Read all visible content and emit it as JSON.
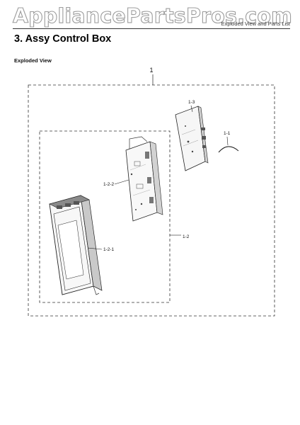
{
  "watermark": {
    "text": "AppliancePartsPros.com"
  },
  "header": {
    "reference": "Exploded View and Parts List"
  },
  "section": {
    "title": "3.  Assy Control Box"
  },
  "subsection": {
    "title": "Exploded View"
  },
  "diagram": {
    "labels": {
      "assembly": "1",
      "knob": "1-1",
      "sub_assembly": "1-2",
      "panel": "1-2-1",
      "board": "1-2-2",
      "pcb": "1-3"
    }
  }
}
